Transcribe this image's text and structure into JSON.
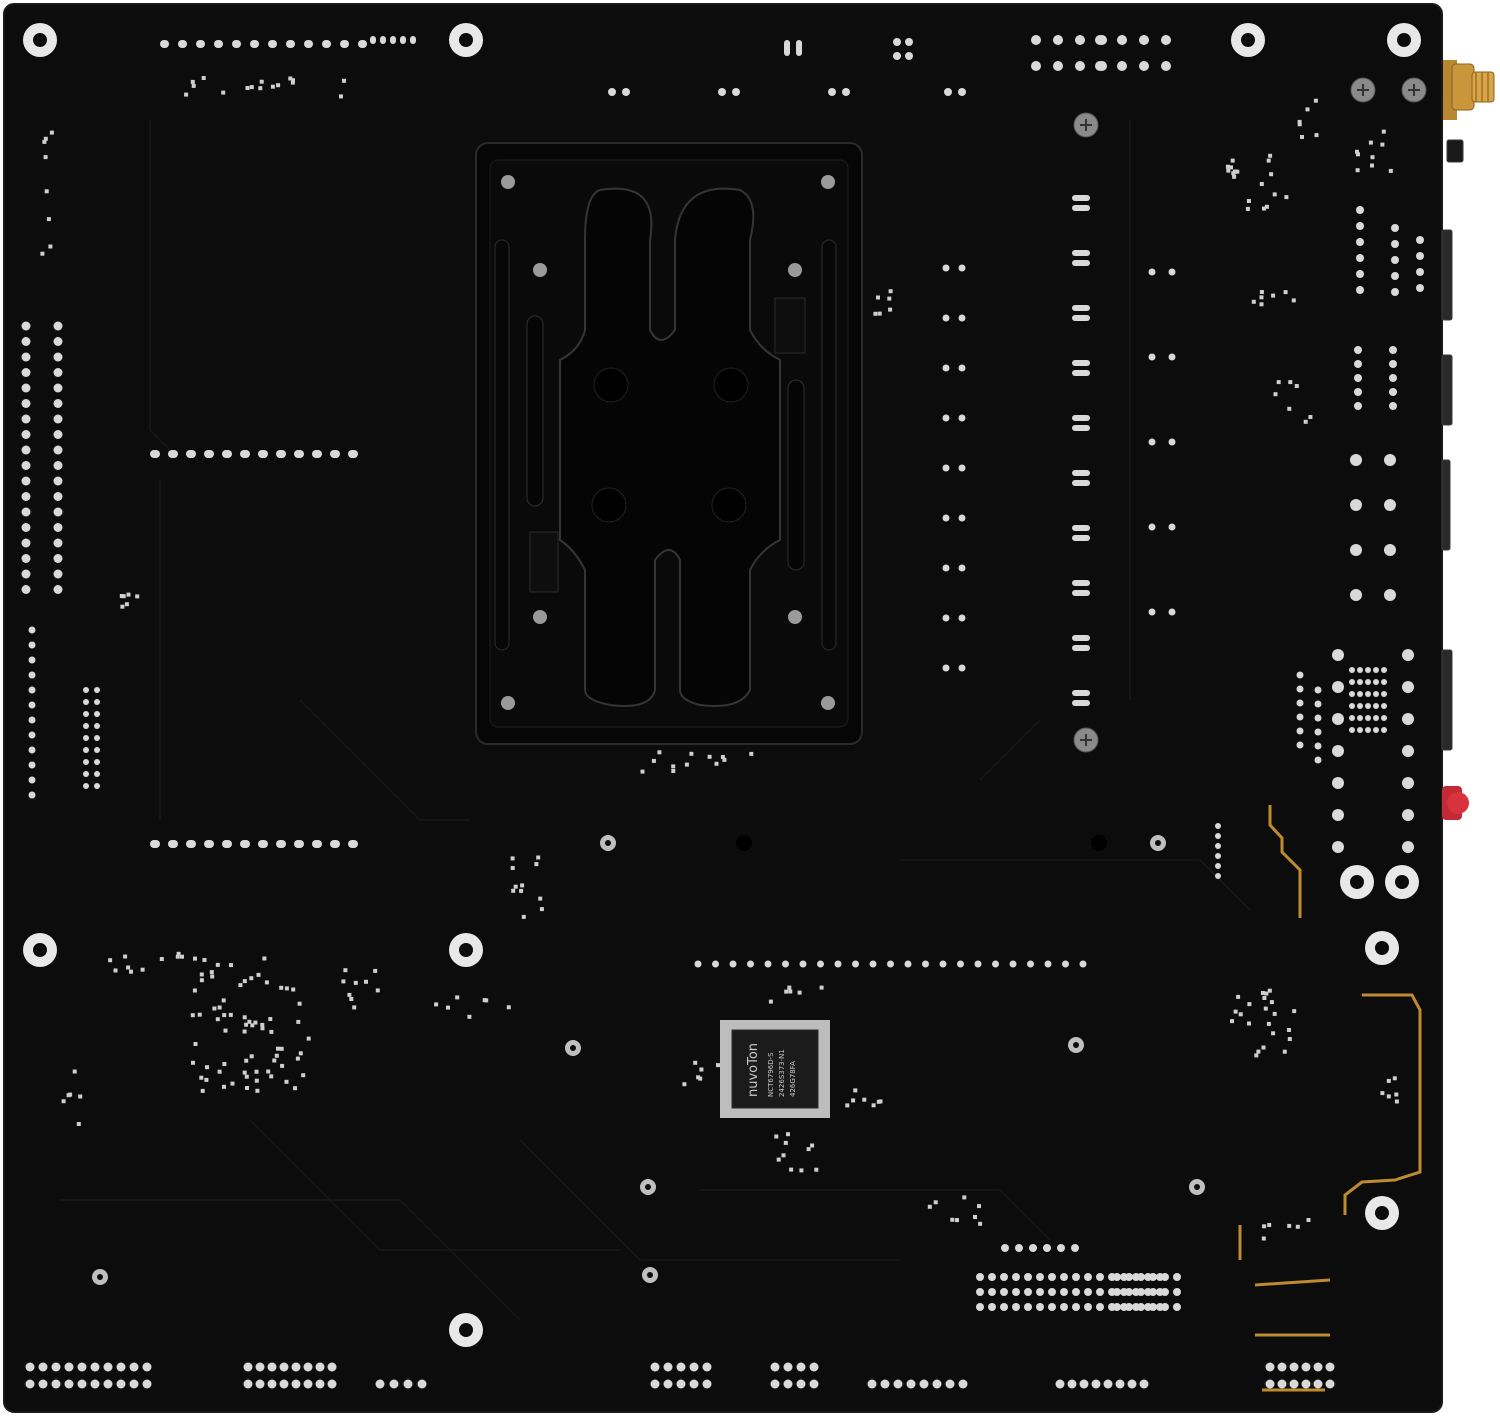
{
  "image": {
    "subject": "motherboard-rear",
    "colors": {
      "background": "#ffffff",
      "pcb": "#0c0c0c",
      "pcb_edge": "#1a1a1a",
      "trace": "#161616",
      "solder": "#d9d9d9",
      "backplate": "#060606",
      "backplate_edge": "#2a2a2a",
      "gold": "#c08a2e",
      "red_connector": "#d8323f",
      "chip": "#1b1b1b",
      "chip_pins": "#bdbdbd"
    }
  },
  "chip": {
    "brand": "nuvoTon",
    "model": "NCT6796D-S",
    "line2": "2426S373-N1",
    "line3": "426G78FA"
  }
}
